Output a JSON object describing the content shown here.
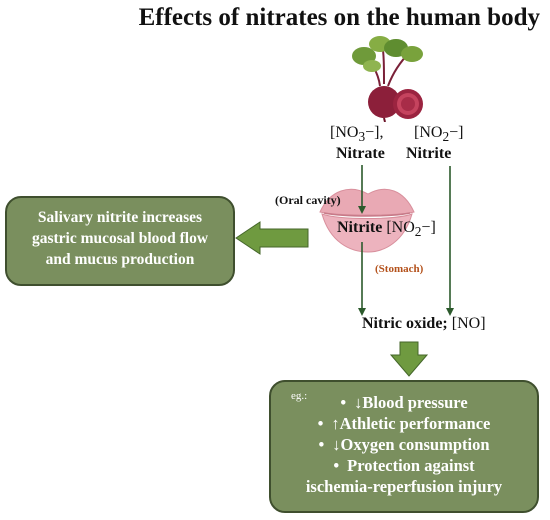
{
  "title": "Effects of nitrates on the human body",
  "species": {
    "nitrate_formula_base": "[NO",
    "nitrate_formula_sub": "3",
    "nitrate_formula_end": "−],",
    "nitrate_name": "Nitrate",
    "nitrite_formula_base": "[NO",
    "nitrite_formula_sub": "2",
    "nitrite_formula_end": "−]",
    "nitrite_name": "Nitrite"
  },
  "oral_cavity_label": "(Oral cavity)",
  "mouth_nitrite": {
    "name": "Nitrite",
    "formula_base": " [NO",
    "formula_sub": "2",
    "formula_end": "−]"
  },
  "stomach_label": "(Stomach)",
  "nitric_oxide": {
    "name": "Nitric oxide;",
    "formula": " [NO]"
  },
  "left_box_text": [
    "Salivary nitrite increases",
    "gastric mucosal blood flow",
    "and mucus production"
  ],
  "bottom_box": {
    "prefix": "eg.:",
    "items": [
      "↓Blood pressure",
      "↑Athletic performance",
      "↓Oxygen consumption",
      "Protection against"
    ],
    "continuation": "ischemia-reperfusion injury"
  },
  "colors": {
    "box_fill": "#7a8f5e",
    "box_border": "#3f4f2e",
    "arrow_line": "#2c5a2c",
    "big_arrow": "#6f9a40",
    "stomach_label": "#b4521c",
    "lips": "#e9a9b4"
  },
  "icons": [
    "beetroot-icon",
    "lips-icon"
  ]
}
